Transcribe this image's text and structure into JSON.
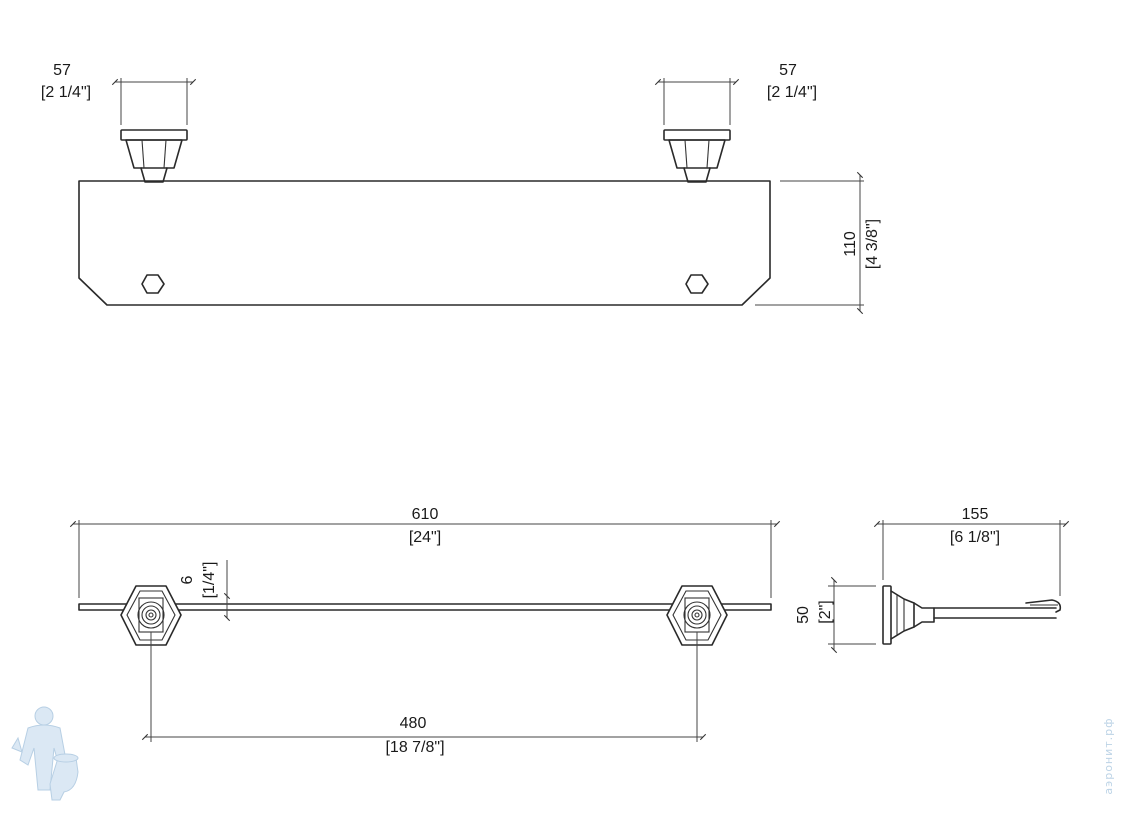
{
  "dimensions": {
    "front_left_bracket_mm": "57",
    "front_left_bracket_in": "[2 1/4\"]",
    "front_right_bracket_mm": "57",
    "front_right_bracket_in": "[2 1/4\"]",
    "glass_height_mm": "110",
    "glass_height_in": "[4 3/8\"]",
    "overall_length_mm": "610",
    "overall_length_in": "[24\"]",
    "glass_thickness_mm": "6",
    "glass_thickness_in": "[1/4\"]",
    "mounting_centers_mm": "480",
    "mounting_centers_in": "[18 7/8\"]",
    "side_base_height_mm": "50",
    "side_base_height_in": "[2\"]",
    "side_depth_mm": "155",
    "side_depth_in": "[6 1/8\"]"
  },
  "watermark": {
    "text": "аэронит.рф"
  },
  "colors": {
    "line": "#2a2a2a",
    "watermark": "#bcd3e6"
  }
}
